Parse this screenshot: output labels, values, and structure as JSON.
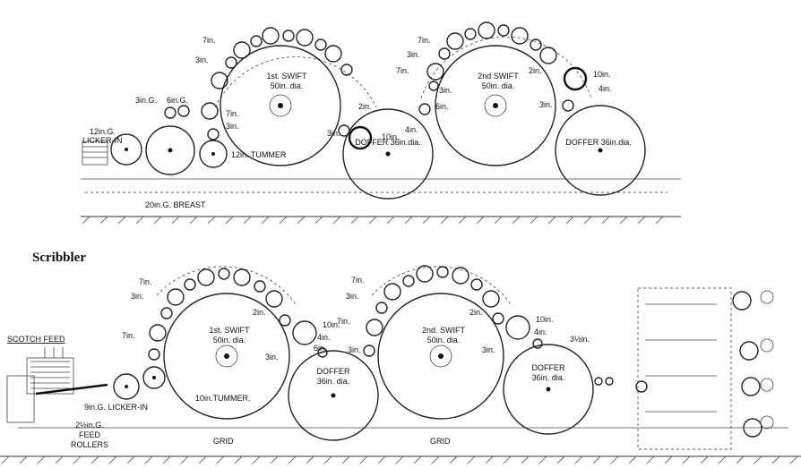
{
  "title": "Scribbler",
  "top_machine": {
    "licker_in": "12in.G.\nLICKER-IN",
    "breast": "20in.G. BREAST",
    "tummer": "12in. TUMMER",
    "swift1": "1st. SWIFT\n50in. dia.",
    "doffer1": "DOFFER 36in.dia.",
    "swift2": "2nd SWIFT\n50in. dia.",
    "doffer2": "DOFFER 36in.dia.",
    "l_3ing": "3in.G.",
    "l_6ing": "6in.G.",
    "l_7in_a": "7in.",
    "l_3in_a": "3in.",
    "l_7in_b": "7in.",
    "l_3in_b": "3in.",
    "l_2in_a": "2in.",
    "l_10in_a": "10in.",
    "l_3in_c": "3in.",
    "l_4in_a": "4in.",
    "l_7in_c": "7in.",
    "l_3in_d": "3in.",
    "l_7in_d": "7in.",
    "l_3in_e": "3in.",
    "l_6in_a": "6in.",
    "l_2in_b": "2in.",
    "l_10in_b": "10in.",
    "l_4in_b": "4in.",
    "l_3in_f": "3in."
  },
  "bottom_machine": {
    "scotch_feed": "SCOTCH FEED",
    "feed_rollers": "2½in.G.\nFEED\nROLLERS",
    "licker_in": "9in.G. LICKER-IN",
    "tummer": "10in.TUMMER.",
    "swift1": "1st. SWIFT\n50in. dia.",
    "doffer1": "DOFFER\n36in. dia.",
    "swift2": "2nd. SWIFT\n50in. dia.",
    "doffer2": "DOFFER\n36in. dia.",
    "grid1": "GRID",
    "grid2": "GRID",
    "l_7in_a": "7in.",
    "l_3in_a": "3in.",
    "l_7in_b": "7in.",
    "l_2in_a": "2in.",
    "l_3in_b": "3in.",
    "l_10in_a": "10in.",
    "l_4in_a": "4in.",
    "l_6in_a": "6in.",
    "l_7in_c": "7in.",
    "l_3in_c": "3in.",
    "l_7in_d": "7in.",
    "l_3in_d": "3in.",
    "l_2in_b": "2in.",
    "l_10in_b": "10in.",
    "l_4in_b": "4in.",
    "l_3in_e": "3in.",
    "l_3half": "3½in."
  }
}
